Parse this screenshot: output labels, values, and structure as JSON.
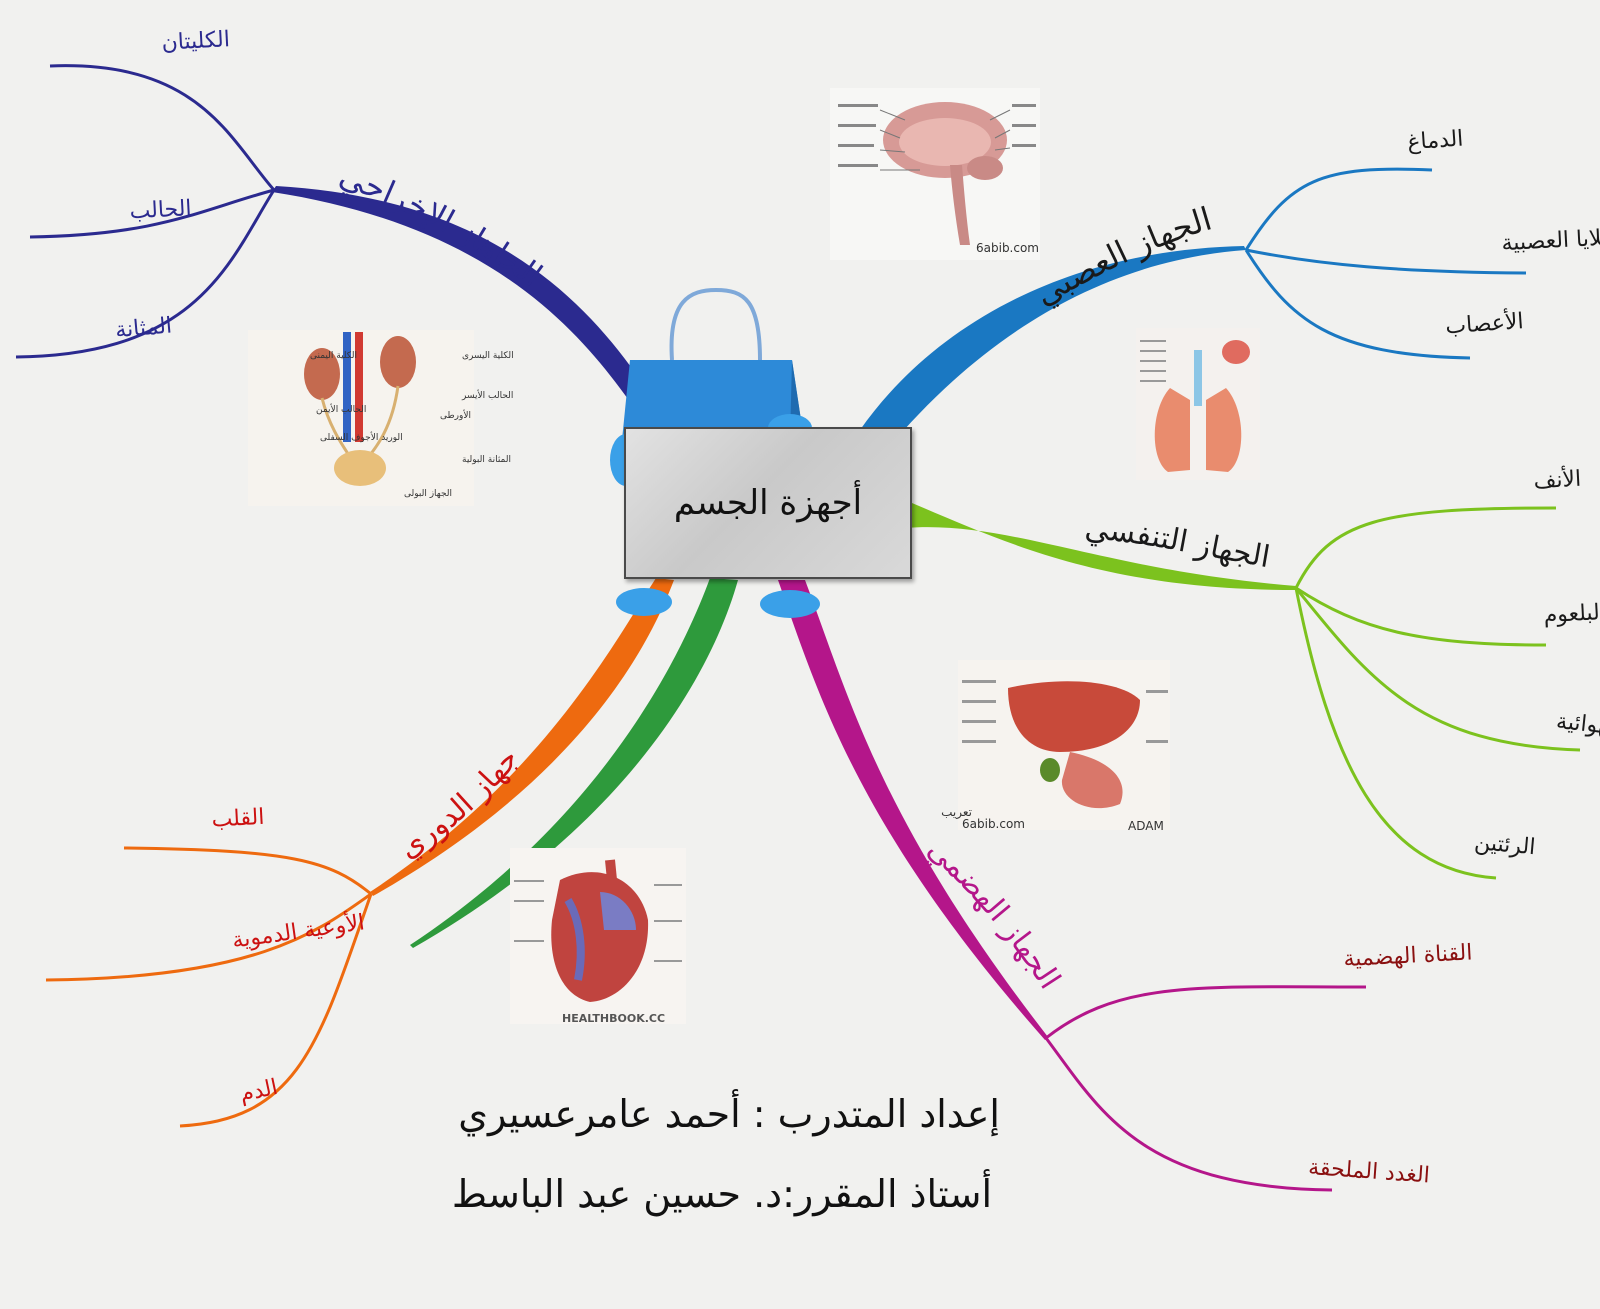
{
  "center": {
    "title": "أجهزة الجسم"
  },
  "branches": {
    "nervous": {
      "label": "الجهاز العصبي",
      "color": "#1a78c2",
      "items": [
        "الدماغ",
        "الخلايا العصبية",
        "الأعصاب"
      ]
    },
    "respiratory": {
      "label": "الجهاز التنفسي",
      "color": "#7cc21e",
      "items": [
        "الأنف",
        "البلعوم",
        "القصبة الهوائية",
        "الرئتين"
      ]
    },
    "digestive": {
      "label": "الجهاز الهضمي",
      "color": "#b4168a",
      "items": [
        "القناة الهضمية",
        "الغدد الملحقة"
      ]
    },
    "excretory": {
      "label": "الجاهاز الإخراجي",
      "color": "#2b2a8f",
      "items": [
        "الكليتان",
        "الحالب",
        "المثانة"
      ]
    },
    "circulatory": {
      "label": "جهاز الدوري",
      "color": "#ee6a0f",
      "label_color": "#cc1111",
      "items": [
        "القلب",
        "الأوعية الدموية",
        "الدم"
      ]
    }
  },
  "extra_branch_color": "#2e9a3c",
  "images": {
    "brain": {
      "caption": "6abib.com"
    },
    "kidney": {
      "labels": [
        "الكلية اليمنى",
        "الكلية اليسرى",
        "الحالب الأيمن",
        "الحالب الأيسر",
        "الأورطى",
        "الوريد الأجوف السفلى",
        "المثانة البولية",
        "الجهاز البولى"
      ]
    },
    "digestive": {
      "caption_left": "6abib.com",
      "caption_right": "ADAM",
      "caption_top": "تعريب"
    },
    "heart": {
      "caption": "HEALTHBOOK.CC"
    }
  },
  "credits": {
    "line1": "إعداد المتدرب : أحمد عامرعسيري",
    "line2": "أستاذ المقرر:د. حسين عبد الباسط"
  }
}
